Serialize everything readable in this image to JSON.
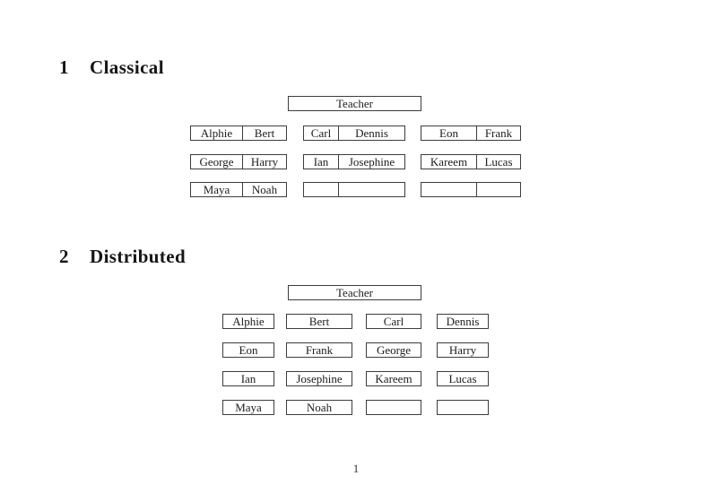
{
  "page": {
    "number": "1"
  },
  "colors": {
    "border": "#3d3d3d",
    "text": "#1c1c1c",
    "background": "#ffffff"
  },
  "sections": [
    {
      "number": "1",
      "title": "Classical",
      "teacher_label": "Teacher",
      "layout": "three desks per row, two seats per desk",
      "rows": [
        [
          [
            "Alphie",
            "Bert"
          ],
          [
            "Carl",
            "Dennis"
          ],
          [
            "Eon",
            "Frank"
          ]
        ],
        [
          [
            "George",
            "Harry"
          ],
          [
            "Ian",
            "Josephine"
          ],
          [
            "Kareem",
            "Lucas"
          ]
        ],
        [
          [
            "Maya",
            "Noah"
          ],
          [
            "",
            ""
          ],
          [
            "",
            ""
          ]
        ]
      ]
    },
    {
      "number": "2",
      "title": "Distributed",
      "teacher_label": "Teacher",
      "layout": "four single desks per row",
      "rows": [
        [
          "Alphie",
          "Bert",
          "Carl",
          "Dennis"
        ],
        [
          "Eon",
          "Frank",
          "George",
          "Harry"
        ],
        [
          "Ian",
          "Josephine",
          "Kareem",
          "Lucas"
        ],
        [
          "Maya",
          "Noah",
          "",
          ""
        ]
      ]
    }
  ]
}
